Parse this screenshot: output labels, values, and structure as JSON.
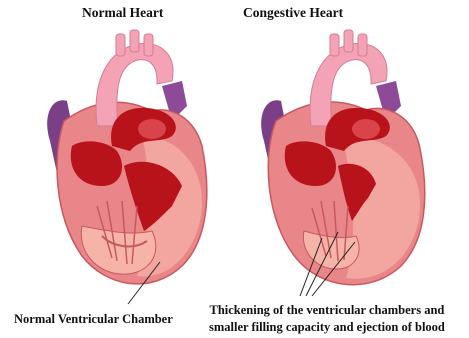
{
  "panels": {
    "left": {
      "title": "Normal Heart",
      "caption": "Normal Ventricular Chamber"
    },
    "right": {
      "title": "Congestive Heart",
      "caption_line1": "Thickening of the ventricular chambers and",
      "caption_line2": "smaller filling capacity and ejection of blood"
    }
  },
  "colors": {
    "aorta": "#f4a3b6",
    "vein": "#7b3f87",
    "muscle": "#e86e6e",
    "chamber": "#b8121a",
    "inner": "#f6b4a8"
  }
}
